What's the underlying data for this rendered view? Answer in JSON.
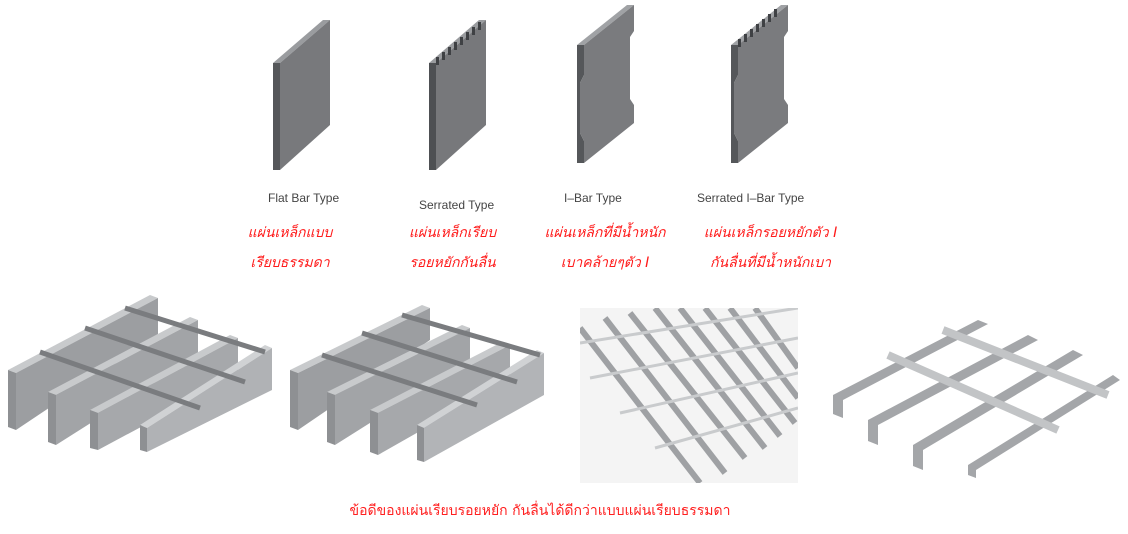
{
  "types": [
    {
      "name": "Flat Bar Type",
      "desc_line1": "แผ่นเหล็กแบบ",
      "desc_line2": "เรียบธรรมดา"
    },
    {
      "name": "Serrated Type",
      "desc_line1": "แผ่นเหล็กเรียบ",
      "desc_line2": "รอยหยักกันลื่น"
    },
    {
      "name": "I–Bar Type",
      "desc_line1": "แผ่นเหล็กที่มีน้ำหนัก",
      "desc_line2": "เบาคล้ายๆตัว I"
    },
    {
      "name": "Serrated I–Bar Type",
      "desc_line1": "แผ่นเหล็กรอยหยักตัว I",
      "desc_line2": "กันลื่นที่มีน้ำหนักเบา"
    }
  ],
  "caption": "ข้อดีของแผ่นเรียบรอยหยัก กันลื่นได้ดีกว่าแบบแผ่นเรียบธรรมดา",
  "colors": {
    "accent_text": "#ff1a1a",
    "steel_dark": "#6e7073",
    "steel_light": "#a9abae"
  }
}
